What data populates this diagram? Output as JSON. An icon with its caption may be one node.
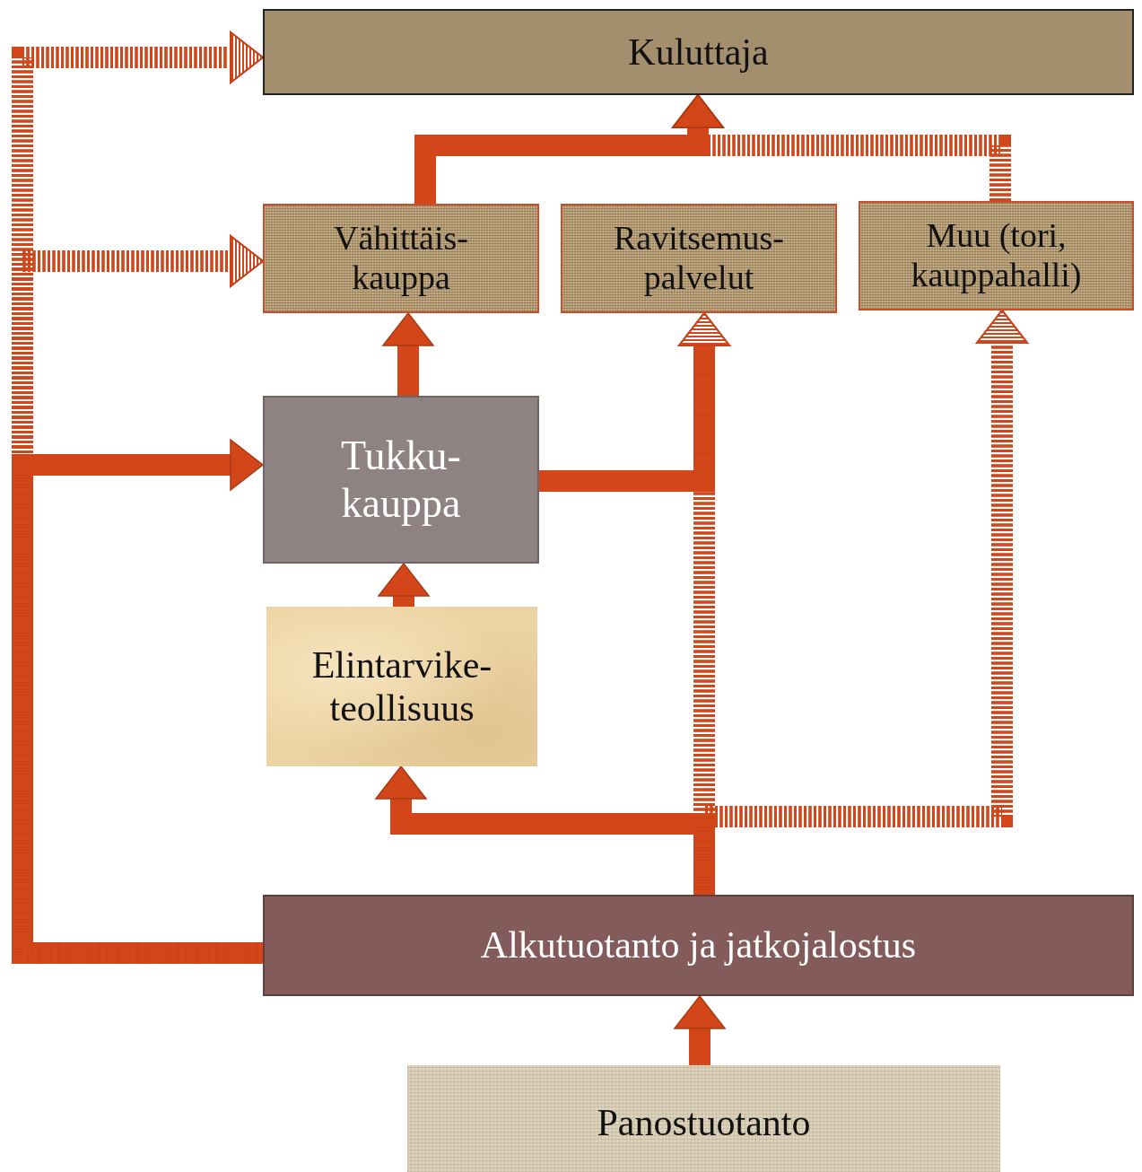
{
  "diagram": {
    "nodes": [
      {
        "text": [
          "Kuluttaja"
        ]
      },
      {
        "text": [
          "Vähittäis- kauppa"
        ]
      },
      {
        "text": [
          "Ravitsemus- palvelut"
        ]
      },
      {
        "text": [
          "Muu (tori, kauppahalli)"
        ]
      },
      {
        "text": [
          "Tukku- kauppa"
        ]
      },
      {
        "text": [
          "Elintarvike- teollisuus"
        ]
      },
      {
        "text": [
          "Alkutuotanto ja jatkojalostus"
        ]
      },
      {
        "text": [
          "Panostuotanto"
        ]
      }
    ],
    "edges": [
      {
        "from": 7,
        "to": 6,
        "arrow": "to"
      },
      {
        "from": 5,
        "to": 4,
        "arrow": "to"
      },
      {
        "from": 4,
        "to": 1,
        "arrow": "to"
      },
      {
        "from": 3,
        "to": 0,
        "arrow": "to",
        "style": "dashed"
      },
      {
        "from": 1,
        "to": 0,
        "arrow": "to"
      },
      {
        "from": 6,
        "to": 2,
        "arrow": "to",
        "style": "dashed"
      },
      {
        "from": 6,
        "to": 3,
        "arrow": "to",
        "style": "dashed"
      },
      {
        "from": 6,
        "to": 5,
        "arrow": "to"
      },
      {
        "from": 4,
        "to": 2,
        "arrow": "to"
      },
      {
        "from": 6,
        "to": 0,
        "arrow": "to",
        "style": "dashed"
      },
      {
        "from": 6,
        "to": 1,
        "arrow": "to",
        "style": "dashed"
      },
      {
        "from": 6,
        "to": 4,
        "arrow": "to"
      }
    ]
  }
}
